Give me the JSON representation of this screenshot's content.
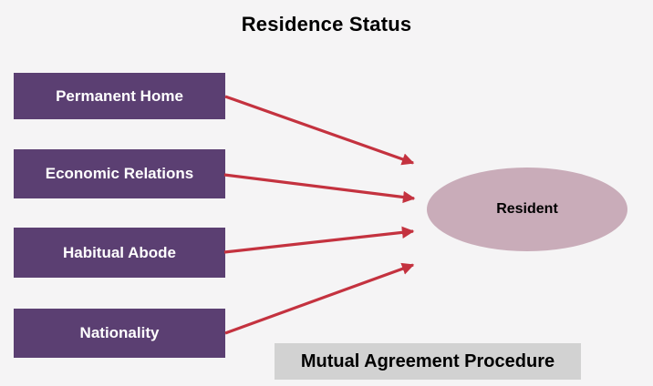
{
  "title": "Residence Status",
  "boxes": [
    {
      "label": "Permanent Home"
    },
    {
      "label": "Economic Relations"
    },
    {
      "label": "Habitual Abode"
    },
    {
      "label": "Nationality"
    }
  ],
  "ellipse": {
    "label": "Resident"
  },
  "footer": {
    "label": "Mutual Agreement Procedure"
  },
  "colors": {
    "background": "#f5f4f5",
    "factor_box_fill": "#5b3f72",
    "factor_box_text": "#ffffff",
    "arrow": "#c4323f",
    "ellipse_fill": "#c9acb9",
    "ellipse_text": "#000000",
    "footer_fill": "#d2d2d2",
    "footer_text": "#000000",
    "title_text": "#000000"
  }
}
